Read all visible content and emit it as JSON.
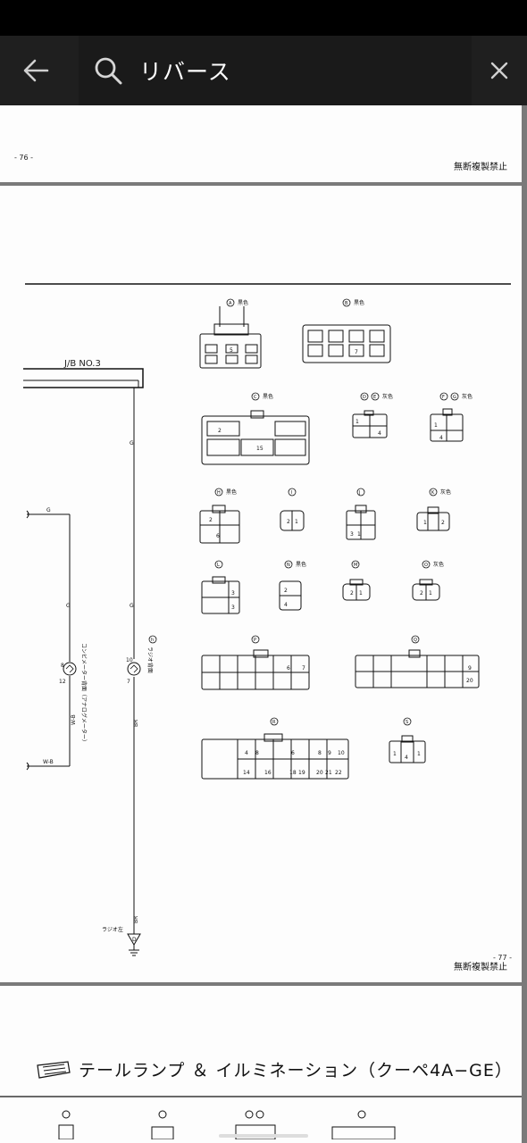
{
  "search": {
    "query": "リバース",
    "back_icon": "arrow-left-icon",
    "search_icon": "search-icon",
    "close_icon": "close-icon"
  },
  "page1": {
    "page_number": "- 76 -",
    "copyright": "無断複製禁止"
  },
  "page2": {
    "jb_label": "J/B NO.3",
    "connectors": {
      "A": "黒色",
      "B": "黒色",
      "C": "黒色",
      "DE": "灰色",
      "FG": "灰色",
      "H": "黒色",
      "K": "灰色",
      "N": "黒色",
      "O": "灰色"
    },
    "wire_labels": {
      "g1": "G",
      "g2": "G",
      "g3": "G",
      "g4": "G",
      "g5": "G",
      "wb1": "W-B",
      "wb2": "W-B",
      "br1": "BR",
      "br2": "BR"
    },
    "pins": {
      "a1": "5",
      "b1": "7",
      "c1": "2",
      "c2": "15",
      "de1": "1",
      "de2": "4",
      "fg1": "1",
      "fg2": "4",
      "h1": "2",
      "h2": "6",
      "i1": "2",
      "i2": "1",
      "j1": "3",
      "j2": "1",
      "k1": "1",
      "k2": "2",
      "l1": "3",
      "l2": "3",
      "n1": "2",
      "n2": "4",
      "o1": "2",
      "o2": "1",
      "m1": "2",
      "m2": "1",
      "p1": "6",
      "p2": "7",
      "q1": "9",
      "q2": "20",
      "r1": "4",
      "r2": "8",
      "r3": "6",
      "r4": "8",
      "r5": "9",
      "r6": "10",
      "r7": "14",
      "r8": "16",
      "r9": "18",
      "r10": "19",
      "r11": "20",
      "r12": "21",
      "r13": "22",
      "s1": "1",
      "s2": "4",
      "s3": "1",
      "meter1": "8",
      "meter2": "12",
      "radio1": "10",
      "radio2": "7"
    },
    "component_meter": "コンビメーター背面（アナログメーター）",
    "component_radio": "ラジオ背面",
    "component_radio_ref": "h",
    "ground_label": "ラジオ左",
    "ground_ref": "D",
    "page_number": "- 77 -",
    "copyright": "無断複製禁止"
  },
  "page3": {
    "title": "テールランプ ＆ イルミネーション（クーペ4A−GE）"
  }
}
